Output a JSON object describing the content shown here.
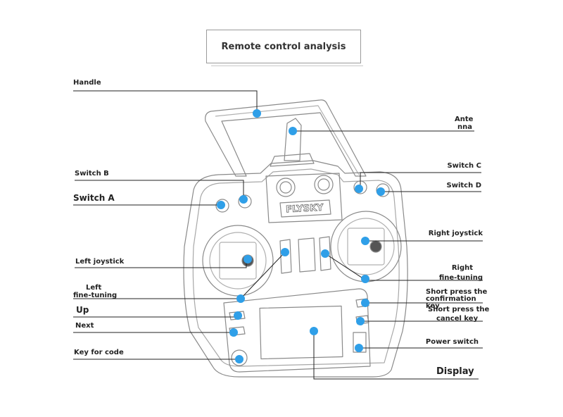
{
  "title": "Remote control analysis",
  "logo_text": "FLYSKY",
  "accent_color": "#2f9fe8",
  "labels": {
    "handle": "Handle",
    "antenna_1": "Ante",
    "antenna_2": "nna",
    "switch_b": "Switch B",
    "switch_a": "Switch A",
    "switch_c": "Switch C",
    "switch_d": "Switch D",
    "right_joystick": "Right joystick",
    "right_fine_1": "Right",
    "right_fine_2": "fine-tuning",
    "left_joystick": "Left joystick",
    "left_fine_1": "Left",
    "left_fine_2": "fine-tuning",
    "up": "Up",
    "next": "Next",
    "key_for_code": "Key for code",
    "confirm_1": "Short press the",
    "confirm_2": "confirmation",
    "confirm_3": "key",
    "cancel_1": "Short press the",
    "cancel_2": "cancel key",
    "power_switch": "Power switch",
    "display": "Display"
  }
}
